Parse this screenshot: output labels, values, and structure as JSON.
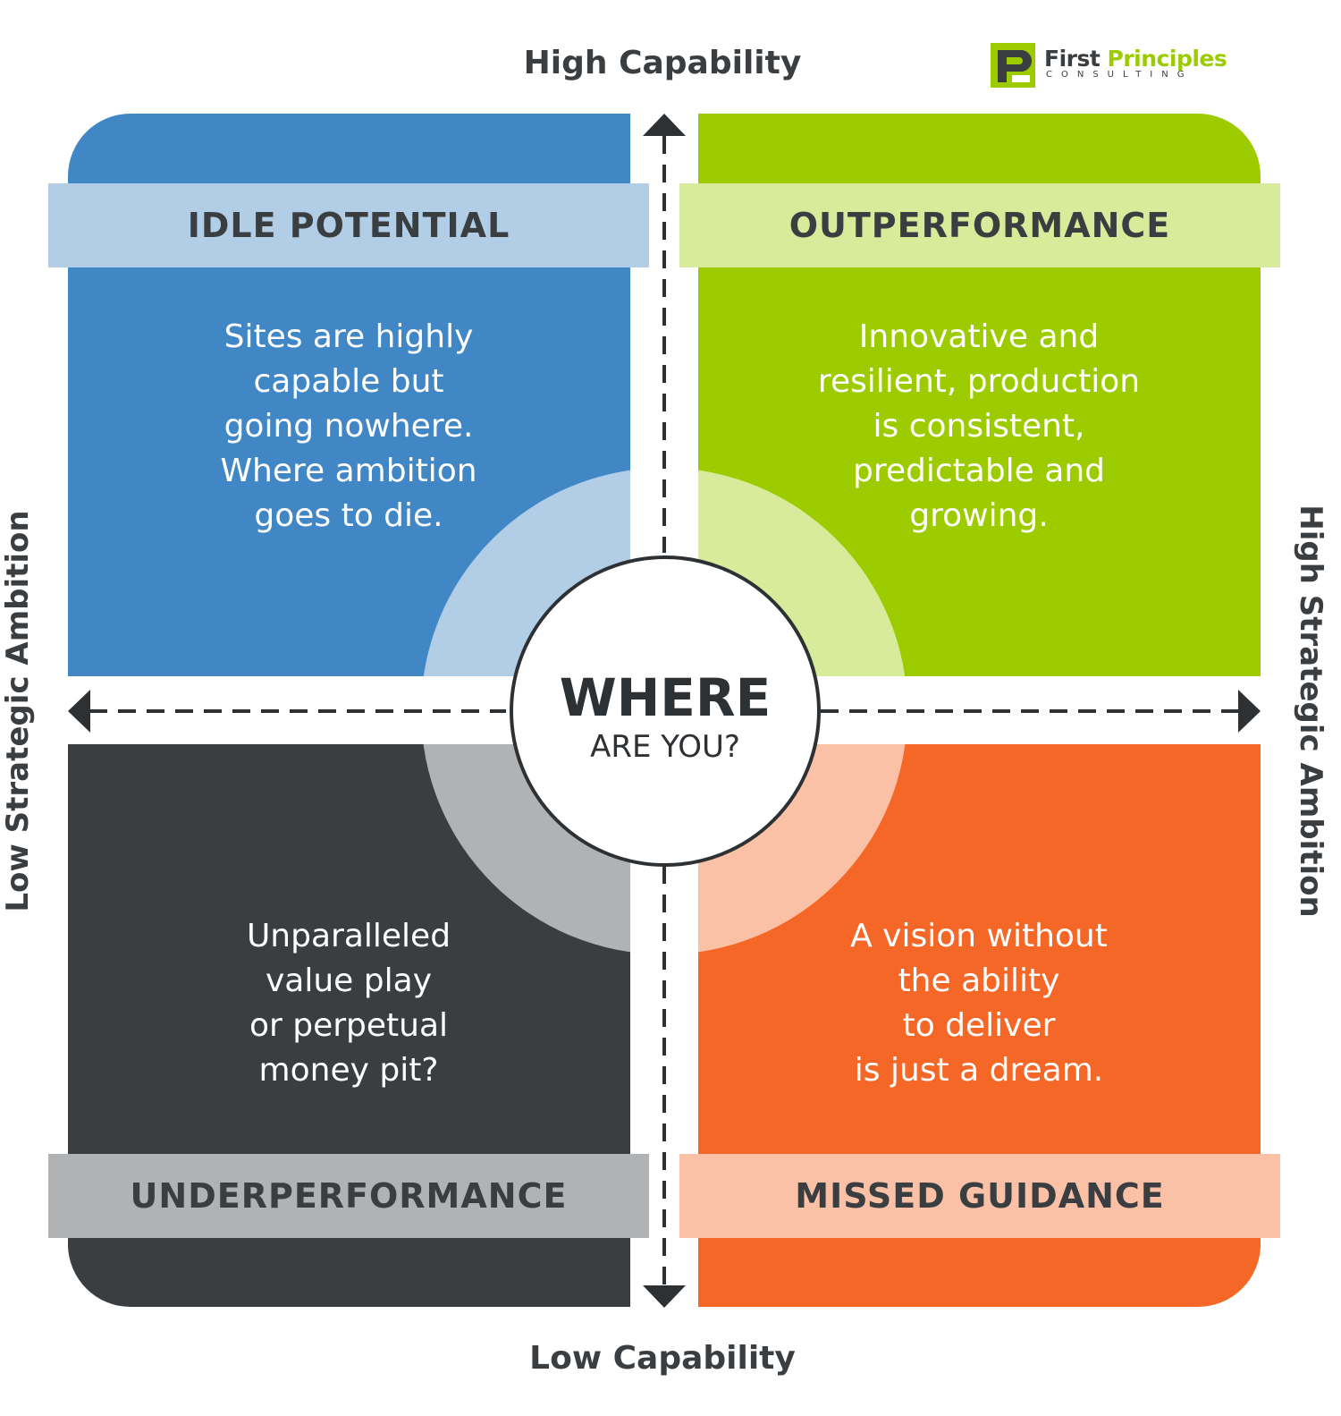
{
  "colors": {
    "blue": "#4187c5",
    "blue_light": "#b2cee7",
    "green": "#9ccc00",
    "green_light": "#d8eb9a",
    "dark": "#3b3e41",
    "dark_light": "#b1b2b3",
    "orange": "#f56726",
    "orange_light": "#fbc1a7",
    "text_dark": "#3b3e41"
  },
  "axes": {
    "top": "High Capability",
    "bottom": "Low Capability",
    "left": "Low Strategic Ambition",
    "right": "High Strategic Ambition"
  },
  "logo": {
    "name_first": "First",
    "name_second": "Principles",
    "subtitle": "CONSULTING"
  },
  "center": {
    "title": "WHERE",
    "subtitle": "ARE YOU?"
  },
  "quadrants": {
    "top_left": {
      "label": "IDLE POTENTIAL",
      "description": "Sites are highly\ncapable but\ngoing nowhere.\nWhere ambition\ngoes to die."
    },
    "top_right": {
      "label": "OUTPERFORMANCE",
      "description": "Innovative and\nresilient, production\nis consistent,\npredictable and\ngrowing."
    },
    "bottom_left": {
      "label": "UNDERPERFORMANCE",
      "description": "Unparalleled\nvalue play\nor perpetual\nmoney pit?"
    },
    "bottom_right": {
      "label": "MISSED GUIDANCE",
      "description": "A vision without\nthe ability\nto deliver\nis just a dream."
    }
  }
}
